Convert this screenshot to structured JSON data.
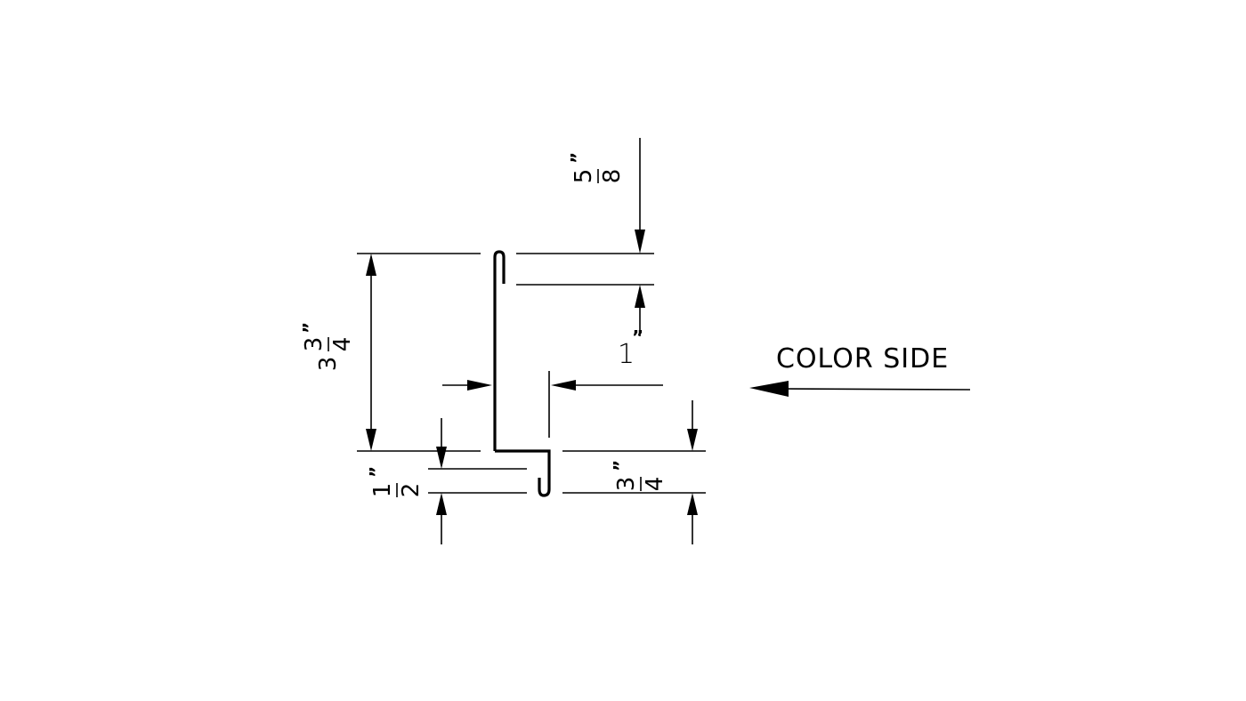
{
  "drawing": {
    "type": "sheet metal profile cross-section",
    "background": "#ffffff",
    "line_color": "#000000"
  },
  "dimensions": {
    "top_hem_offset": {
      "whole": "",
      "numerator": "5",
      "denominator": "8",
      "unit": "”",
      "display": "5/8\""
    },
    "top_hem_length": {
      "whole": "1",
      "unit": "”",
      "display": "1\""
    },
    "overall_height": {
      "whole": "3",
      "numerator": "3",
      "denominator": "4",
      "unit": "”",
      "display": "3 3/4\""
    },
    "bottom_hem_left": {
      "whole": "",
      "numerator": "1",
      "denominator": "2",
      "unit": "”",
      "display": "1/2\""
    },
    "bottom_hem_right": {
      "whole": "",
      "numerator": "3",
      "denominator": "4",
      "unit": "”",
      "display": "3/4\""
    }
  },
  "annotations": {
    "color_side": "COLOR SIDE"
  }
}
